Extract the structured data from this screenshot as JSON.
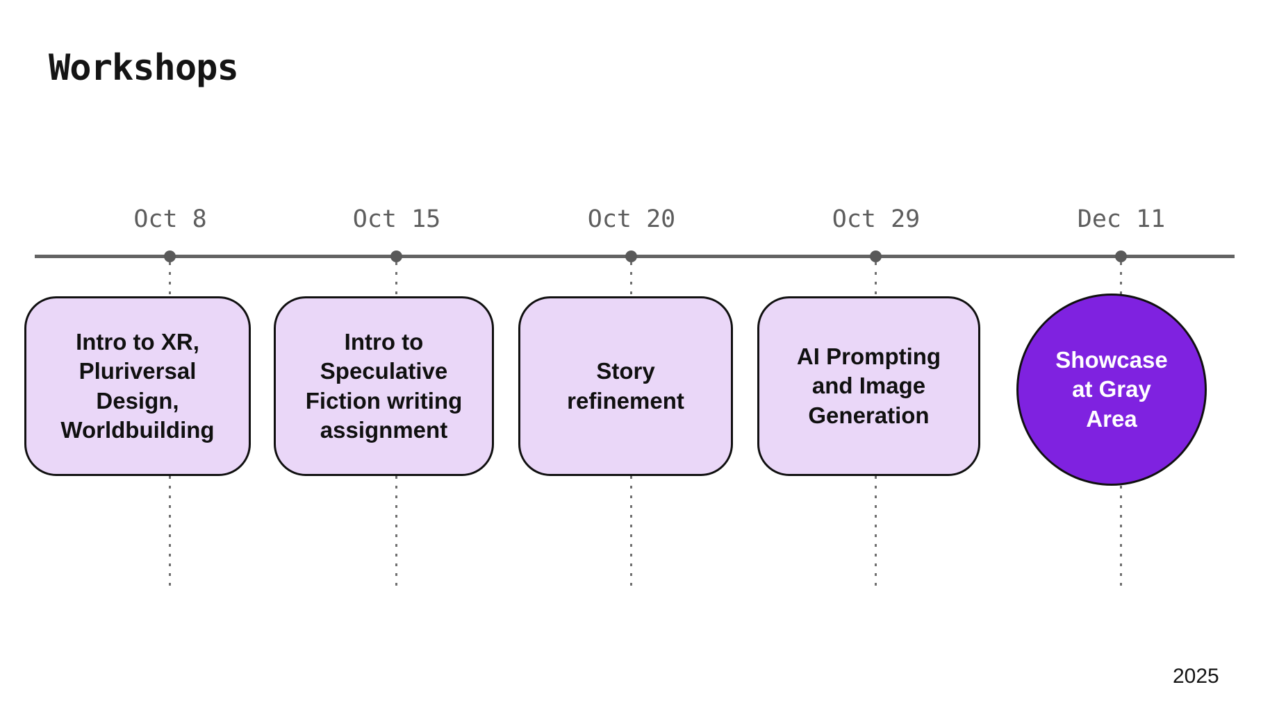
{
  "title": "Workshops",
  "year": "2025",
  "timeline": {
    "events": [
      {
        "date": "Oct 8",
        "label": [
          "Intro to XR,",
          "Pluriversal",
          "Design,",
          "Worldbuilding"
        ],
        "shape": "rounded-box",
        "highlight": false
      },
      {
        "date": "Oct 15",
        "label": [
          "Intro to",
          "Speculative",
          "Fiction writing",
          "assignment"
        ],
        "shape": "rounded-box",
        "highlight": false
      },
      {
        "date": "Oct 20",
        "label": [
          "Story",
          "refinement"
        ],
        "shape": "rounded-box",
        "highlight": false
      },
      {
        "date": "Oct 29",
        "label": [
          "AI Prompting",
          "and Image",
          "Generation"
        ],
        "shape": "rounded-box",
        "highlight": false
      },
      {
        "date": "Dec 11",
        "label": [
          "Showcase",
          "at Gray",
          "Area"
        ],
        "shape": "circle",
        "highlight": true
      }
    ]
  },
  "colors": {
    "bg": "#ffffff",
    "title-color": "#141414",
    "axis-color": "#636363",
    "dot-color": "#595959",
    "guide-color": "#6f6f6f",
    "date-color": "#5d5d5d",
    "box-fill": "#EAD7F8",
    "box-text": "#101010",
    "shape-border": "#101010",
    "highlight-fill": "#7F22E0",
    "highlight-text": "#ffffff",
    "year-color": "#141414"
  }
}
